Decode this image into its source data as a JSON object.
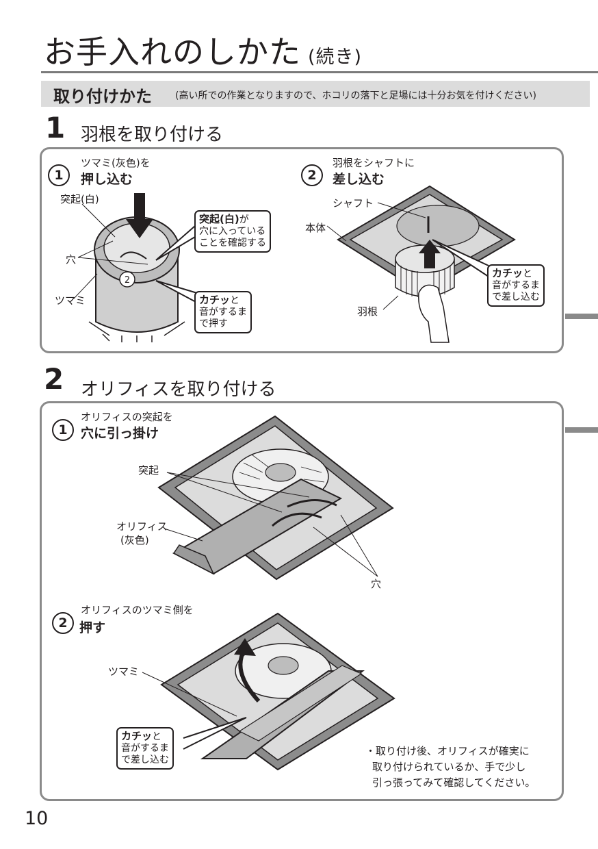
{
  "page": {
    "title": "お手入れのしかた",
    "title_suffix": "(続き)",
    "section_title": "取り付けかた",
    "section_note": "(高い所での作業となりますので、ホコリの落下と足場には十分お気を付けください)",
    "page_number": "10"
  },
  "step1": {
    "number": "1",
    "title": "羽根を取り付ける",
    "sub1": {
      "num": "1",
      "line1": "ツマミ(灰色)を",
      "line2": "押し込む",
      "labels": {
        "protrusion": "突起(白)",
        "hole": "穴",
        "knob": "ツマミ"
      },
      "callout1": {
        "bold": "突起(白)",
        "rest1": "が",
        "rest2": "穴に入っている",
        "rest3": "ことを確認する"
      },
      "callout2": {
        "bold": "カチッ",
        "rest1": "と",
        "rest2": "音がするま",
        "rest3": "で押す"
      }
    },
    "sub2": {
      "num": "2",
      "line1": "羽根をシャフトに",
      "line2": "差し込む",
      "labels": {
        "shaft": "シャフト",
        "body": "本体",
        "blade": "羽根"
      },
      "callout": {
        "bold": "カチッ",
        "rest1": "と",
        "rest2": "音がするま",
        "rest3": "で差し込む"
      }
    }
  },
  "step2": {
    "number": "2",
    "title": "オリフィスを取り付ける",
    "sub1": {
      "num": "1",
      "line1": "オリフィスの突起を",
      "line2": "穴に引っ掛け",
      "labels": {
        "protrusion": "突起",
        "orifice1": "オリフィス",
        "orifice2": "(灰色)",
        "hole": "穴"
      }
    },
    "sub2": {
      "num": "2",
      "line1": "オリフィスのツマミ側を",
      "line2": "押す",
      "labels": {
        "knob": "ツマミ"
      },
      "callout": {
        "bold": "カチッ",
        "rest1": "と",
        "rest2": "音がするま",
        "rest3": "で差し込む"
      },
      "note_lines": [
        "・取り付け後、オリフィスが確実に",
        "取り付けられているか、手で少し",
        "引っ張ってみて確認してください。"
      ]
    }
  }
}
